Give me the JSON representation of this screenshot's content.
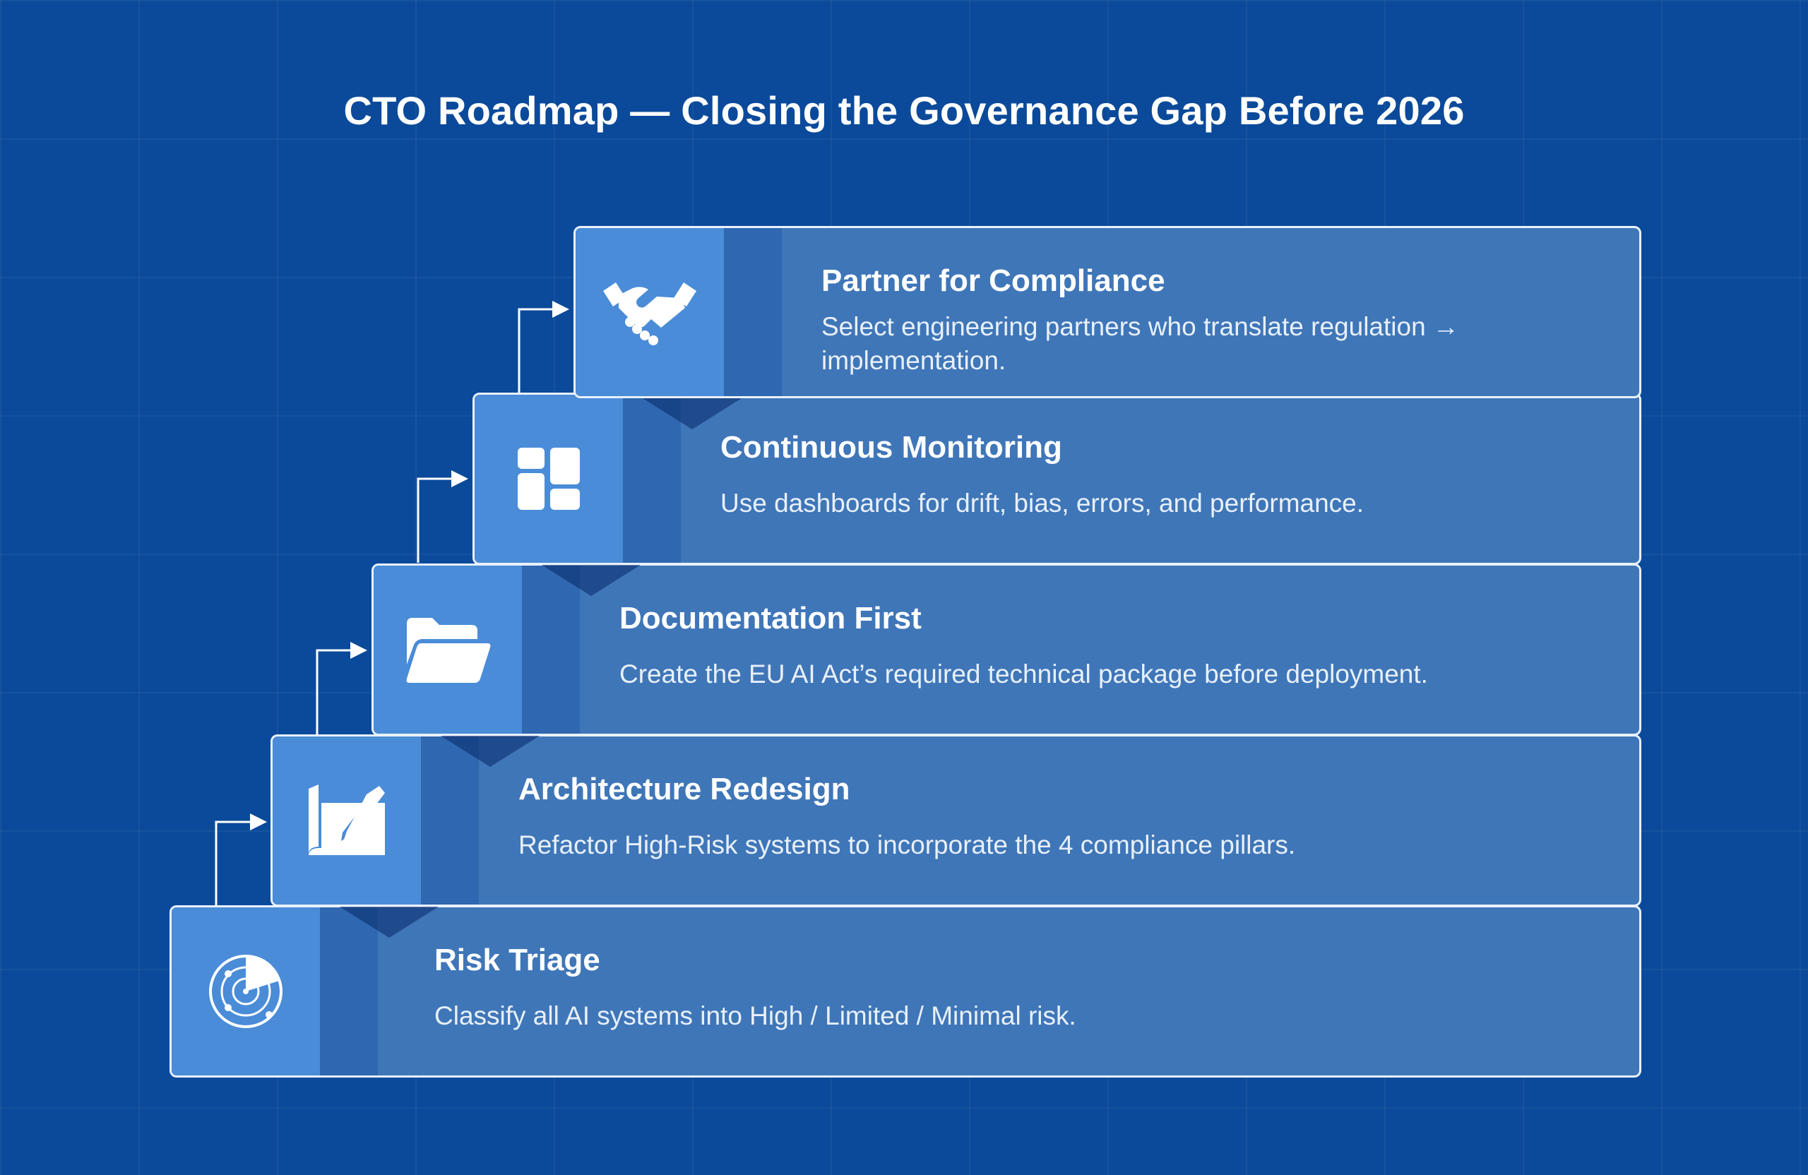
{
  "title": "CTO Roadmap — Closing the Governance Gap Before 2026",
  "colors": {
    "background": "#0b4a9a",
    "card": "#3f76b8",
    "icon_panel": "#4a8cd8",
    "band": "#2f67b0",
    "border": "#e9f1fb"
  },
  "steps": [
    {
      "title": "Partner for Compliance",
      "description": "Select engineering partners who translate regulation → implementation.",
      "icon": "handshake-icon"
    },
    {
      "title": "Continuous Monitoring",
      "description": "Use dashboards for drift, bias, errors, and performance.",
      "icon": "dashboard-icon"
    },
    {
      "title": "Documentation First",
      "description": "Create the EU AI Act’s required technical package before deployment.",
      "icon": "folder-icon"
    },
    {
      "title": "Architecture Redesign",
      "description": "Refactor High-Risk systems to incorporate the 4 compliance pillars.",
      "icon": "blueprint-pen-icon"
    },
    {
      "title": "Risk Triage",
      "description": "Classify all AI systems into High / Limited / Minimal risk.",
      "icon": "radar-icon"
    }
  ]
}
